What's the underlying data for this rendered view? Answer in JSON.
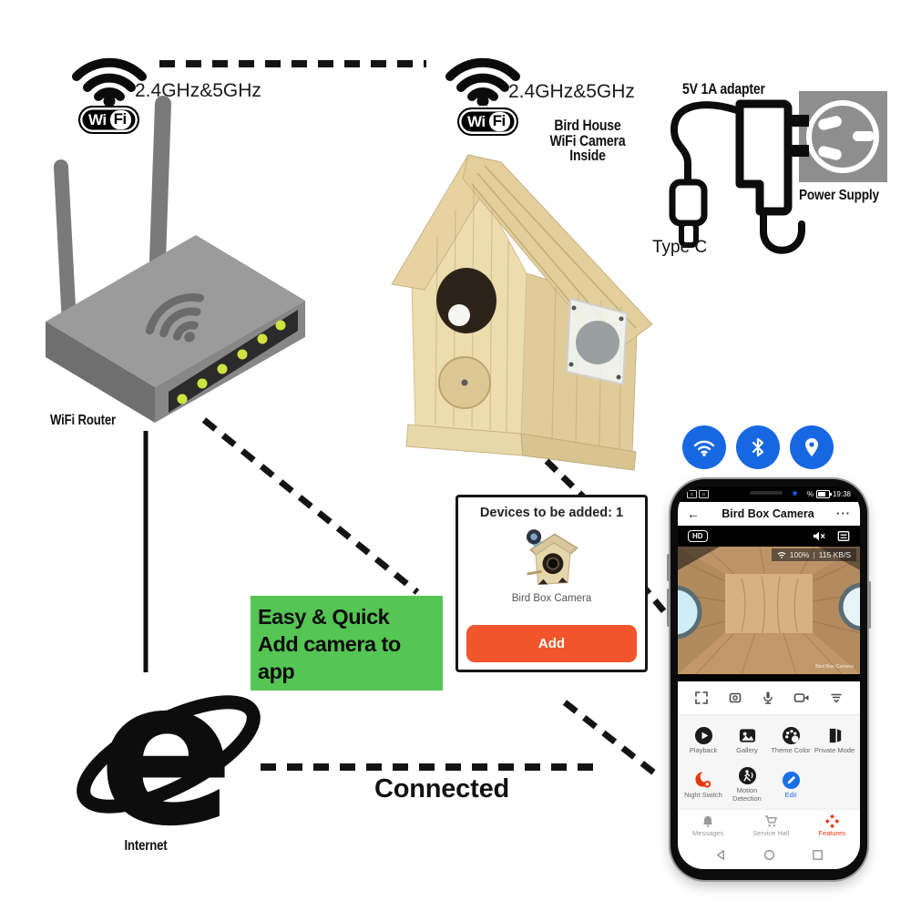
{
  "colors": {
    "accent_blue": "#1767e2",
    "accent_orange": "#f2542c",
    "accent_green": "#55c553",
    "accent_red": "#e8380d",
    "edit_blue": "#1a6fe8"
  },
  "wifi_left": {
    "freq": "2.4GHz&5GHz",
    "wi": "Wi",
    "fi": "Fi"
  },
  "wifi_right": {
    "freq": "2.4GHz&5GHz",
    "wi": "Wi",
    "fi": "Fi"
  },
  "birdhouse_caption": {
    "line1": "Bird House",
    "line2": "WiFi Camera",
    "line3": "Inside"
  },
  "power": {
    "adapter_label": "5V 1A adapter",
    "type_c_label": "Type C",
    "power_supply_label": "Power Supply"
  },
  "router_label": "WiFi Router",
  "internet_label": "Internet",
  "connected_label": "Connected",
  "callout": {
    "line1": "Easy & Quick",
    "line2": "Add camera to app"
  },
  "popup": {
    "title": "Devices to be added: 1",
    "device_name": "Bird Box Camera",
    "add_button": "Add"
  },
  "phone": {
    "status_time": "19:38",
    "status_percent": "%",
    "back": "←",
    "title": "Bird Box Camera",
    "menu": "···",
    "hd_badge": "HD",
    "stream": {
      "signal": "100%",
      "sep": "|",
      "bitrate": "115 KB/S",
      "watermark": "Bird Box Camera"
    },
    "features_row1": [
      {
        "label": "Playback"
      },
      {
        "label": "Gallery"
      },
      {
        "label": "Theme Color"
      },
      {
        "label": "Private Mode"
      }
    ],
    "features_row2": [
      {
        "label": "Night Switch"
      },
      {
        "label": "Motion Detection"
      },
      {
        "label": "Edit"
      }
    ],
    "tabs": [
      {
        "label": "Messages"
      },
      {
        "label": "Service Hall"
      },
      {
        "label": "Features"
      }
    ]
  }
}
